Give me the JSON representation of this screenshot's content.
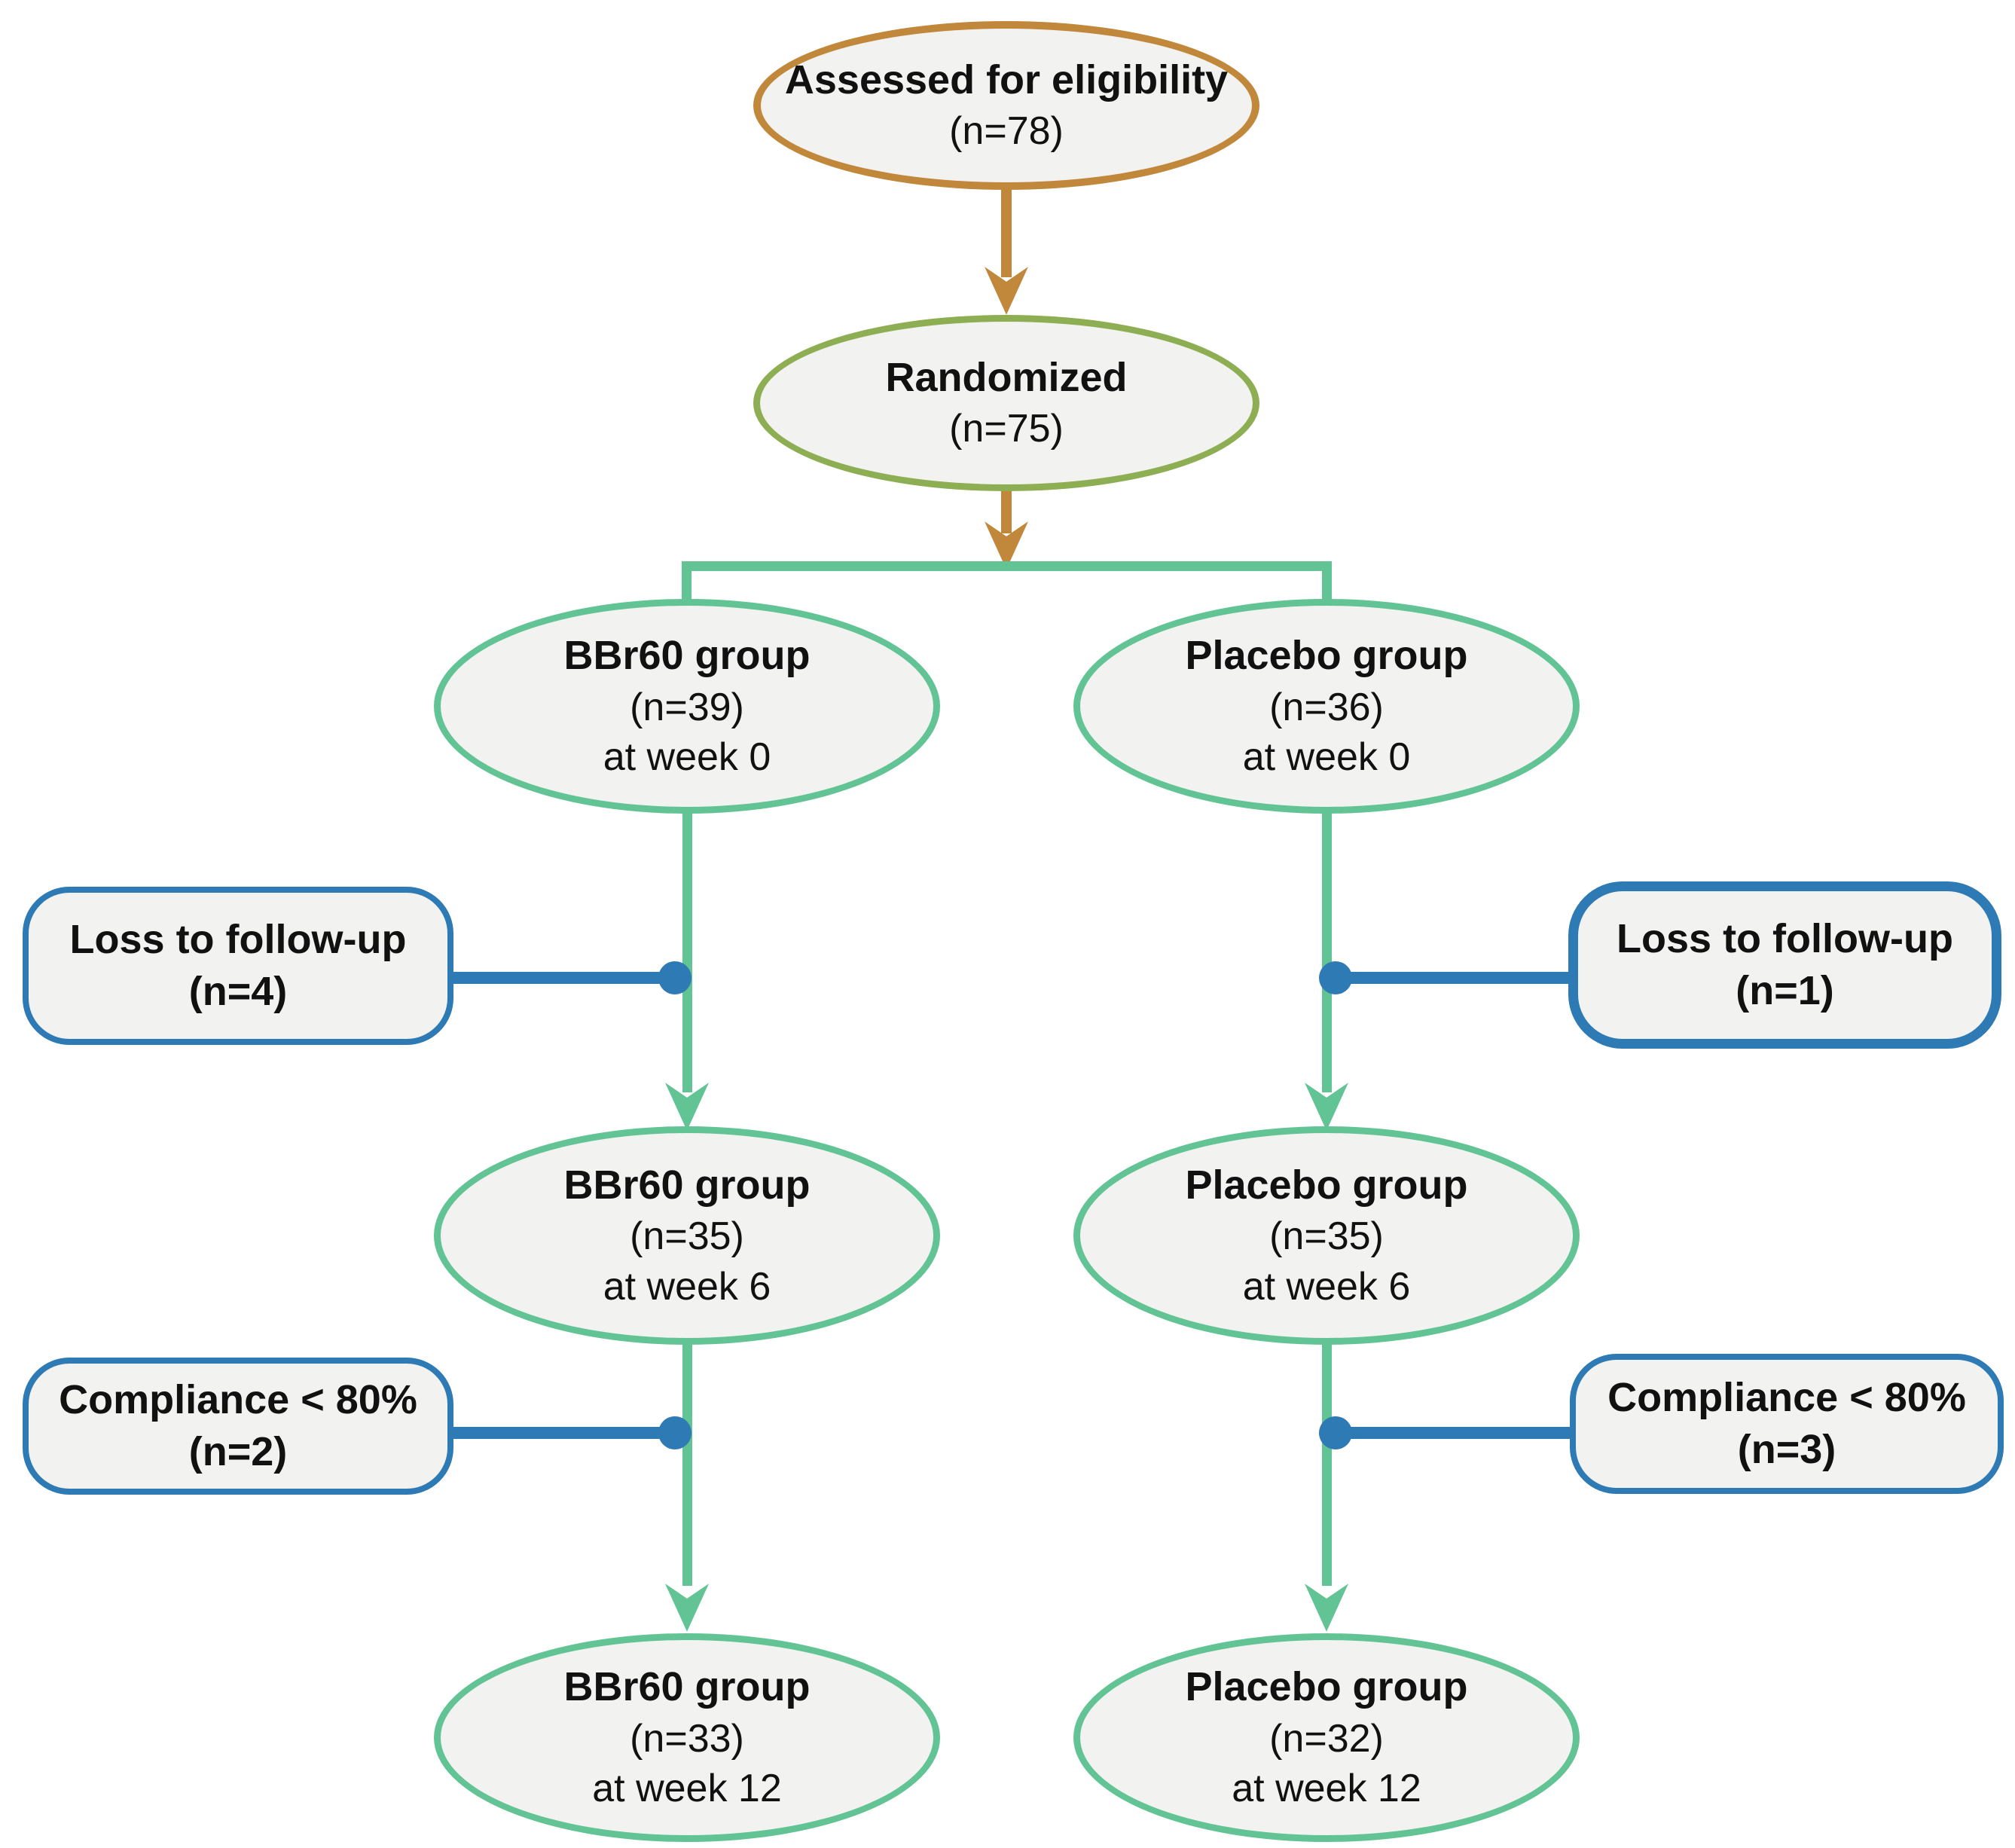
{
  "colors": {
    "orange": "#C1883C",
    "olive": "#8DAE52",
    "green": "#62C394",
    "blue": "#2E7AB5",
    "fill": "#F2F2F0",
    "ink": "#111111",
    "bg": "#FFFFFF"
  },
  "nodes": {
    "assessed": {
      "lines": [
        "Assessed for eligibility",
        "(n=78)"
      ]
    },
    "randomized": {
      "lines": [
        "Randomized",
        "(n=75)"
      ]
    },
    "bbr60_week0": {
      "lines": [
        "BBr60 group",
        "(n=39)",
        "at week 0"
      ]
    },
    "placebo_week0": {
      "lines": [
        "Placebo group",
        "(n=36)",
        "at week 0"
      ]
    },
    "loss_left": {
      "lines": [
        "Loss to follow-up",
        "(n=4)"
      ]
    },
    "loss_right": {
      "lines": [
        "Loss to follow-up",
        "(n=1)"
      ]
    },
    "bbr60_week6": {
      "lines": [
        "BBr60 group",
        "(n=35)",
        "at week 6"
      ]
    },
    "placebo_week6": {
      "lines": [
        "Placebo group",
        "(n=35)",
        "at week 6"
      ]
    },
    "compliance_left": {
      "lines": [
        "Compliance < 80%",
        "(n=2)"
      ]
    },
    "compliance_right": {
      "lines": [
        "Compliance < 80%",
        "(n=3)"
      ]
    },
    "bbr60_week12": {
      "lines": [
        "BBr60 group",
        "(n=33)",
        "at week 12"
      ]
    },
    "placebo_week12": {
      "lines": [
        "Placebo group",
        "(n=32)",
        "at week 12"
      ]
    }
  }
}
